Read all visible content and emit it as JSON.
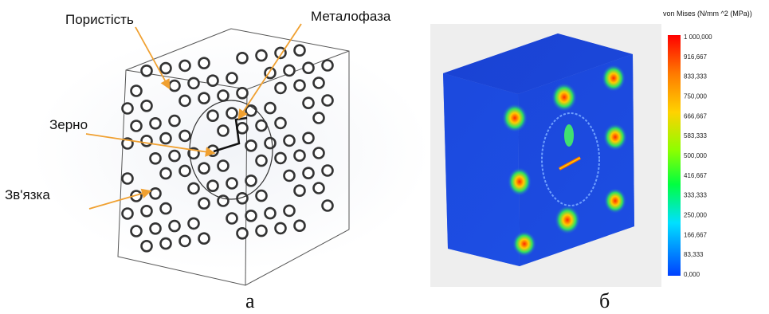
{
  "panel_a": {
    "labels": {
      "porosity": "Пористість",
      "metal_phase": "Металофаза",
      "grain": "Зерно",
      "bond": "Зв'язка"
    },
    "arrow_color": "#f0a030",
    "caption": "а"
  },
  "panel_b": {
    "legend_title": "von Mises (N/mm ^2 (MPa))",
    "scale_ticks": [
      "1 000,000",
      "916,667",
      "833,333",
      "750,000",
      "666,667",
      "583,333",
      "500,000",
      "416,667",
      "333,333",
      "250,000",
      "166,667",
      "83,333",
      "0,000"
    ],
    "scale_colors": [
      "#ff0000",
      "#ff7a00",
      "#ffd200",
      "#8cff00",
      "#00ff40",
      "#00e0ff",
      "#0040ff"
    ],
    "block_color": "#1f4fe0",
    "caption": "б"
  }
}
